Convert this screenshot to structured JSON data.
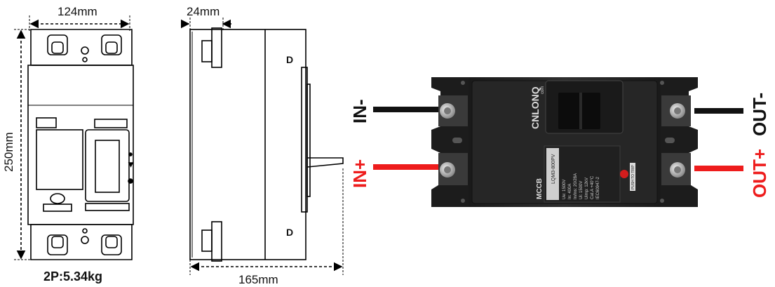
{
  "front_view": {
    "width_label": "124mm",
    "height_label": "250mm",
    "weight_label": "2P:5.34kg"
  },
  "side_view": {
    "depth_top_label": "24mm",
    "depth_label": "165mm",
    "d_mark_top": "D",
    "d_mark_bottom": "D"
  },
  "product": {
    "brand": "CNLONQ",
    "brand_sub": "com",
    "category": "MCCB",
    "model": "LQM3-800PV",
    "spec_lines": [
      "Ue:  1500V",
      "In:  400A",
      "In/Ins:  20/28A",
      "Ui:  1500V",
      "Uimp:  12kV",
      "Cat.A  +40°C",
      "IEC60947-2"
    ],
    "push_to_trip": "PUSH TO TRIP"
  },
  "terminals": {
    "in_minus": "IN-",
    "in_plus": "IN+",
    "out_minus": "OUT-",
    "out_plus": "OUT+"
  },
  "colors": {
    "negative_wire": "#111111",
    "positive_wire": "#ee1c1c",
    "body": "#2b2b2b",
    "line": "#000000"
  }
}
